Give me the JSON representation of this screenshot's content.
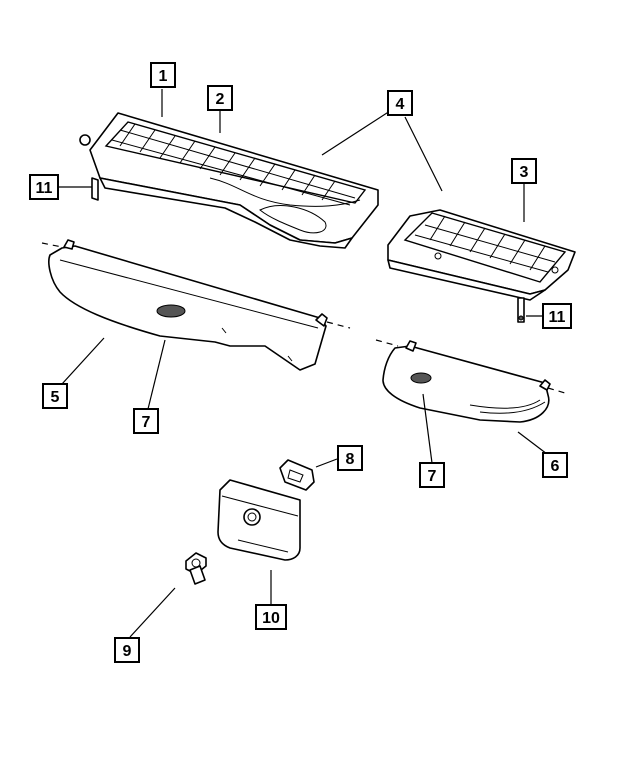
{
  "callouts": [
    {
      "label": "1"
    },
    {
      "label": "2"
    },
    {
      "label": "3"
    },
    {
      "label": "4"
    },
    {
      "label": "5"
    },
    {
      "label": "6"
    },
    {
      "label": "7"
    },
    {
      "label": "7"
    },
    {
      "label": "8"
    },
    {
      "label": "9"
    },
    {
      "label": "10"
    },
    {
      "label": "11"
    },
    {
      "label": "11"
    }
  ]
}
